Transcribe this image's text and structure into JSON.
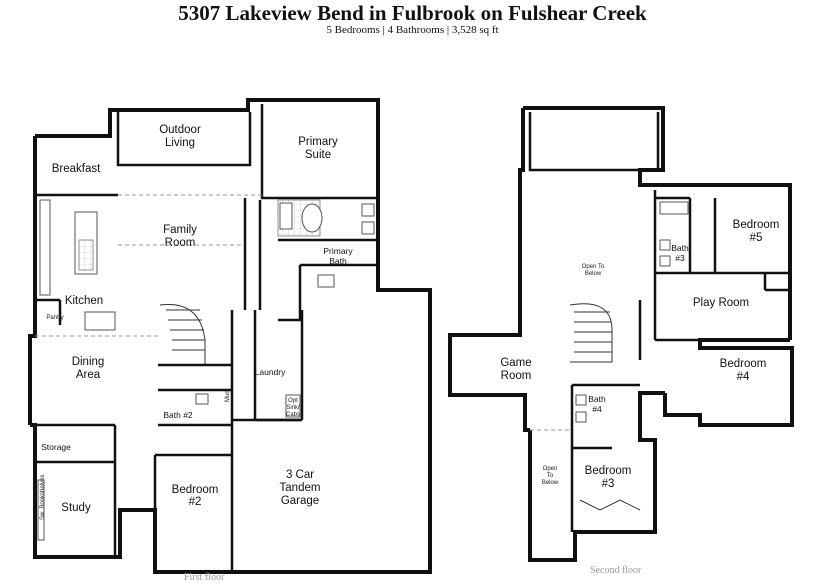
{
  "header": {
    "title": "5307 Lakeview Bend in Fulbrook on Fulshear Creek",
    "subtitle": "5 Bedrooms | 4 Bathrooms | 3,528 sq ft"
  },
  "first_floor": {
    "caption": "First floor",
    "rooms": {
      "outdoor_living": [
        "Outdoor",
        "Living"
      ],
      "primary_suite": [
        "Primary",
        "Suite"
      ],
      "breakfast": "Breakfast",
      "family_room": [
        "Family",
        "Room"
      ],
      "primary_bath": [
        "Primary",
        "Bath"
      ],
      "kitchen": "Kitchen",
      "pantry": "Pantry",
      "dining_area": [
        "Dining",
        "Area"
      ],
      "laundry": "Laundry",
      "mud": "Mud",
      "opt_sink_cabs": [
        "Opt",
        "Sink/",
        "Cabs"
      ],
      "bath_2": "Bath #2",
      "storage": "Storage",
      "study": "Study",
      "sw_bookshelves": "Sw. Bookshelves",
      "bedroom_2": [
        "Bedroom",
        "#2"
      ],
      "garage": [
        "3 Car",
        "Tandem",
        "Garage"
      ]
    }
  },
  "second_floor": {
    "caption": "Second floor",
    "rooms": {
      "open_to_below_top": [
        "Open To",
        "Below"
      ],
      "bedroom_5": [
        "Bedroom",
        "#5"
      ],
      "bath_3": [
        "Bath",
        "#3"
      ],
      "play_room": "Play Room",
      "game_room": [
        "Game",
        "Room"
      ],
      "bedroom_4": [
        "Bedroom",
        "#4"
      ],
      "bath_4": [
        "Bath",
        "#4"
      ],
      "open_to_below_bottom": [
        "Open",
        "To",
        "Below"
      ],
      "bedroom_3": [
        "Bedroom",
        "#3"
      ]
    }
  }
}
